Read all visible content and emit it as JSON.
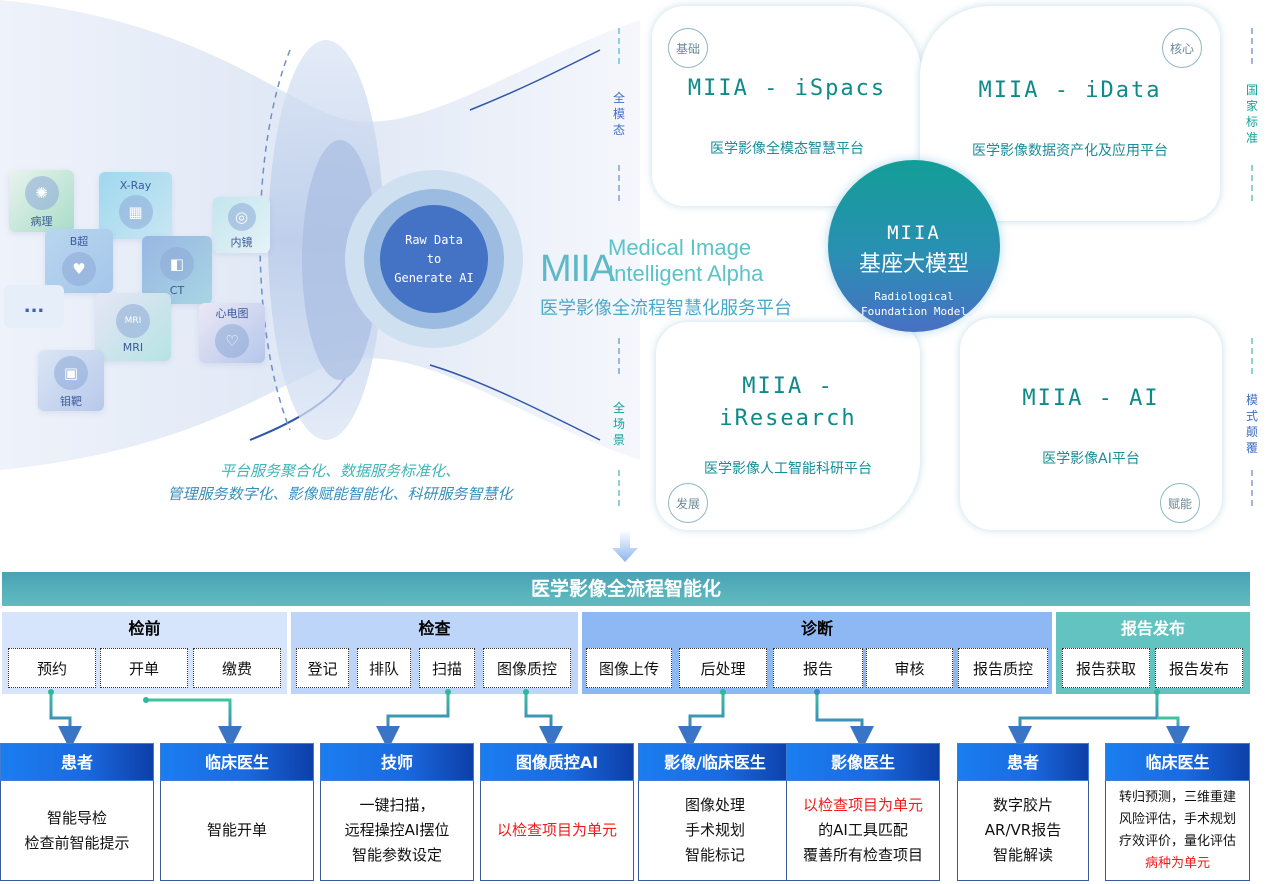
{
  "modalities": [
    {
      "label": "病理",
      "icon": "brain-icon"
    },
    {
      "label": "X-Ray",
      "icon": "xray-icon"
    },
    {
      "label": "内镜",
      "icon": "endoscope-icon"
    },
    {
      "label": "B超",
      "icon": "heart-anatomy-icon"
    },
    {
      "label": "CT",
      "icon": "lungs-icon"
    },
    {
      "label": "...",
      "icon": "more-icon"
    },
    {
      "label": "MRI",
      "icon": "mri-icon"
    },
    {
      "label": "心电图",
      "icon": "heartbeat-icon"
    },
    {
      "label": "钼靶",
      "icon": "mammography-icon"
    }
  ],
  "core_circle": {
    "line1": "Raw Data",
    "line2": "to",
    "line3": "Generate AI"
  },
  "slogan": {
    "line1": "平台服务聚合化、数据服务标准化、",
    "line2": "管理服务数字化、影像赋能智能化、科研服务智慧化"
  },
  "brand": {
    "abbr": "MIIA",
    "line1": "Medical Image",
    "line2": "Intelligent Alpha",
    "subtitle": "医学影像全流程智慧化服务平台"
  },
  "side_labels": {
    "left_top": "全模态",
    "left_bottom": "全场景",
    "right_top": "国家标准",
    "right_bottom": "模式颠覆"
  },
  "cards": [
    {
      "badge": "基础",
      "title": "MIIA - iSpacs",
      "desc": "医学影像全模态智慧平台"
    },
    {
      "badge": "核心",
      "title": "MIIA - iData",
      "desc": "医学影像数据资产化及应用平台"
    },
    {
      "badge": "发展",
      "title_l1": "MIIA -",
      "title_l2": "iResearch",
      "desc": "医学影像人工智能科研平台"
    },
    {
      "badge": "赋能",
      "title": "MIIA - AI",
      "desc": "医学影像AI平台"
    }
  ],
  "foundation": {
    "name": "MIIA",
    "cn": "基座大模型",
    "en1": "Radiological",
    "en2": "Foundation Model"
  },
  "process": {
    "title": "医学影像全流程智能化",
    "stages": [
      {
        "name": "检前",
        "steps": [
          "预约",
          "开单",
          "缴费"
        ]
      },
      {
        "name": "检查",
        "steps": [
          "登记",
          "排队",
          "扫描",
          "图像质控"
        ]
      },
      {
        "name": "诊断",
        "steps": [
          "图像上传",
          "后处理",
          "报告",
          "审核",
          "报告质控"
        ]
      },
      {
        "name": "报告发布",
        "steps": [
          "报告获取",
          "报告发布"
        ]
      }
    ]
  },
  "roles": [
    {
      "title": "患者",
      "lines": [
        "智能导检",
        "检查前智能提示"
      ]
    },
    {
      "title": "临床医生",
      "lines": [
        "智能开单"
      ]
    },
    {
      "title": "技师",
      "lines": [
        "一键扫描，",
        "远程操控AI摆位",
        "智能参数设定"
      ]
    },
    {
      "title": "图像质控AI",
      "lines_red": [
        "以检查项目为单元"
      ]
    },
    {
      "title": "影像/临床医生",
      "lines": [
        "图像处理",
        "手术规划",
        "智能标记"
      ]
    },
    {
      "title": "影像医生",
      "red_first": "以检查项目为单元",
      "lines": [
        "的AI工具匹配",
        "覆善所有检查项目"
      ]
    },
    {
      "title": "患者",
      "lines": [
        "数字胶片",
        "AR/VR报告",
        "智能解读"
      ]
    },
    {
      "title": "临床医生",
      "lines": [
        "转归预测，三维重建",
        "风险评估，手术规划",
        "疗效评价，量化评估"
      ],
      "red_last": "病种为单元"
    }
  ],
  "colors": {
    "teal": "#0e8a88",
    "role_header": "#1a6ae0",
    "stage_pre": "#d6e5fb",
    "stage_exam": "#bcd5f8",
    "stage_diag": "#8db8f3",
    "stage_report": "#63c3c0",
    "highlight_red": "#ee1c1c"
  }
}
